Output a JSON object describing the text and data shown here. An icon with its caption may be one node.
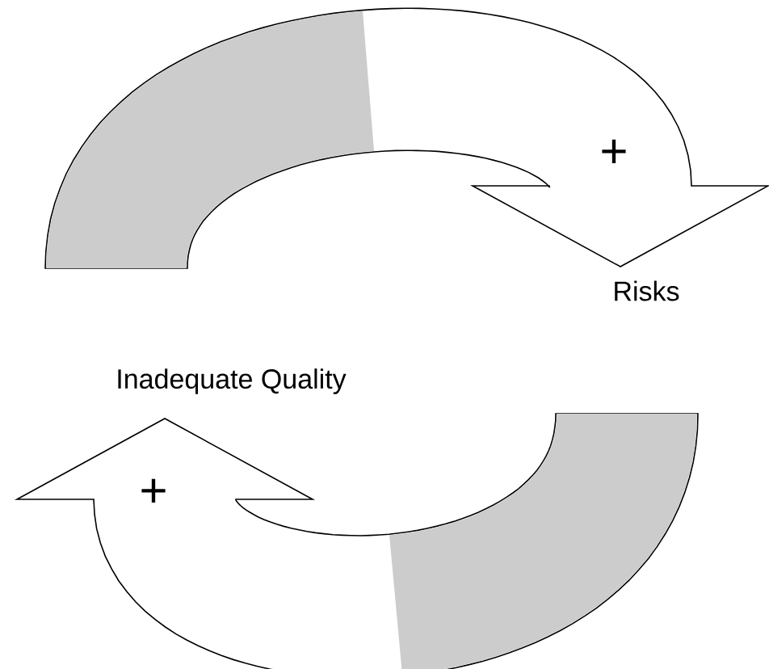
{
  "diagram": {
    "nodes": [
      {
        "text": [
          "Inadequate Quality"
        ]
      },
      {
        "text": [
          "Risks"
        ]
      }
    ],
    "edges": [
      {
        "from": null,
        "to": 1,
        "arrow": "to",
        "label": "+"
      },
      {
        "from": null,
        "to": 0,
        "arrow": "to",
        "label": "+"
      }
    ]
  }
}
